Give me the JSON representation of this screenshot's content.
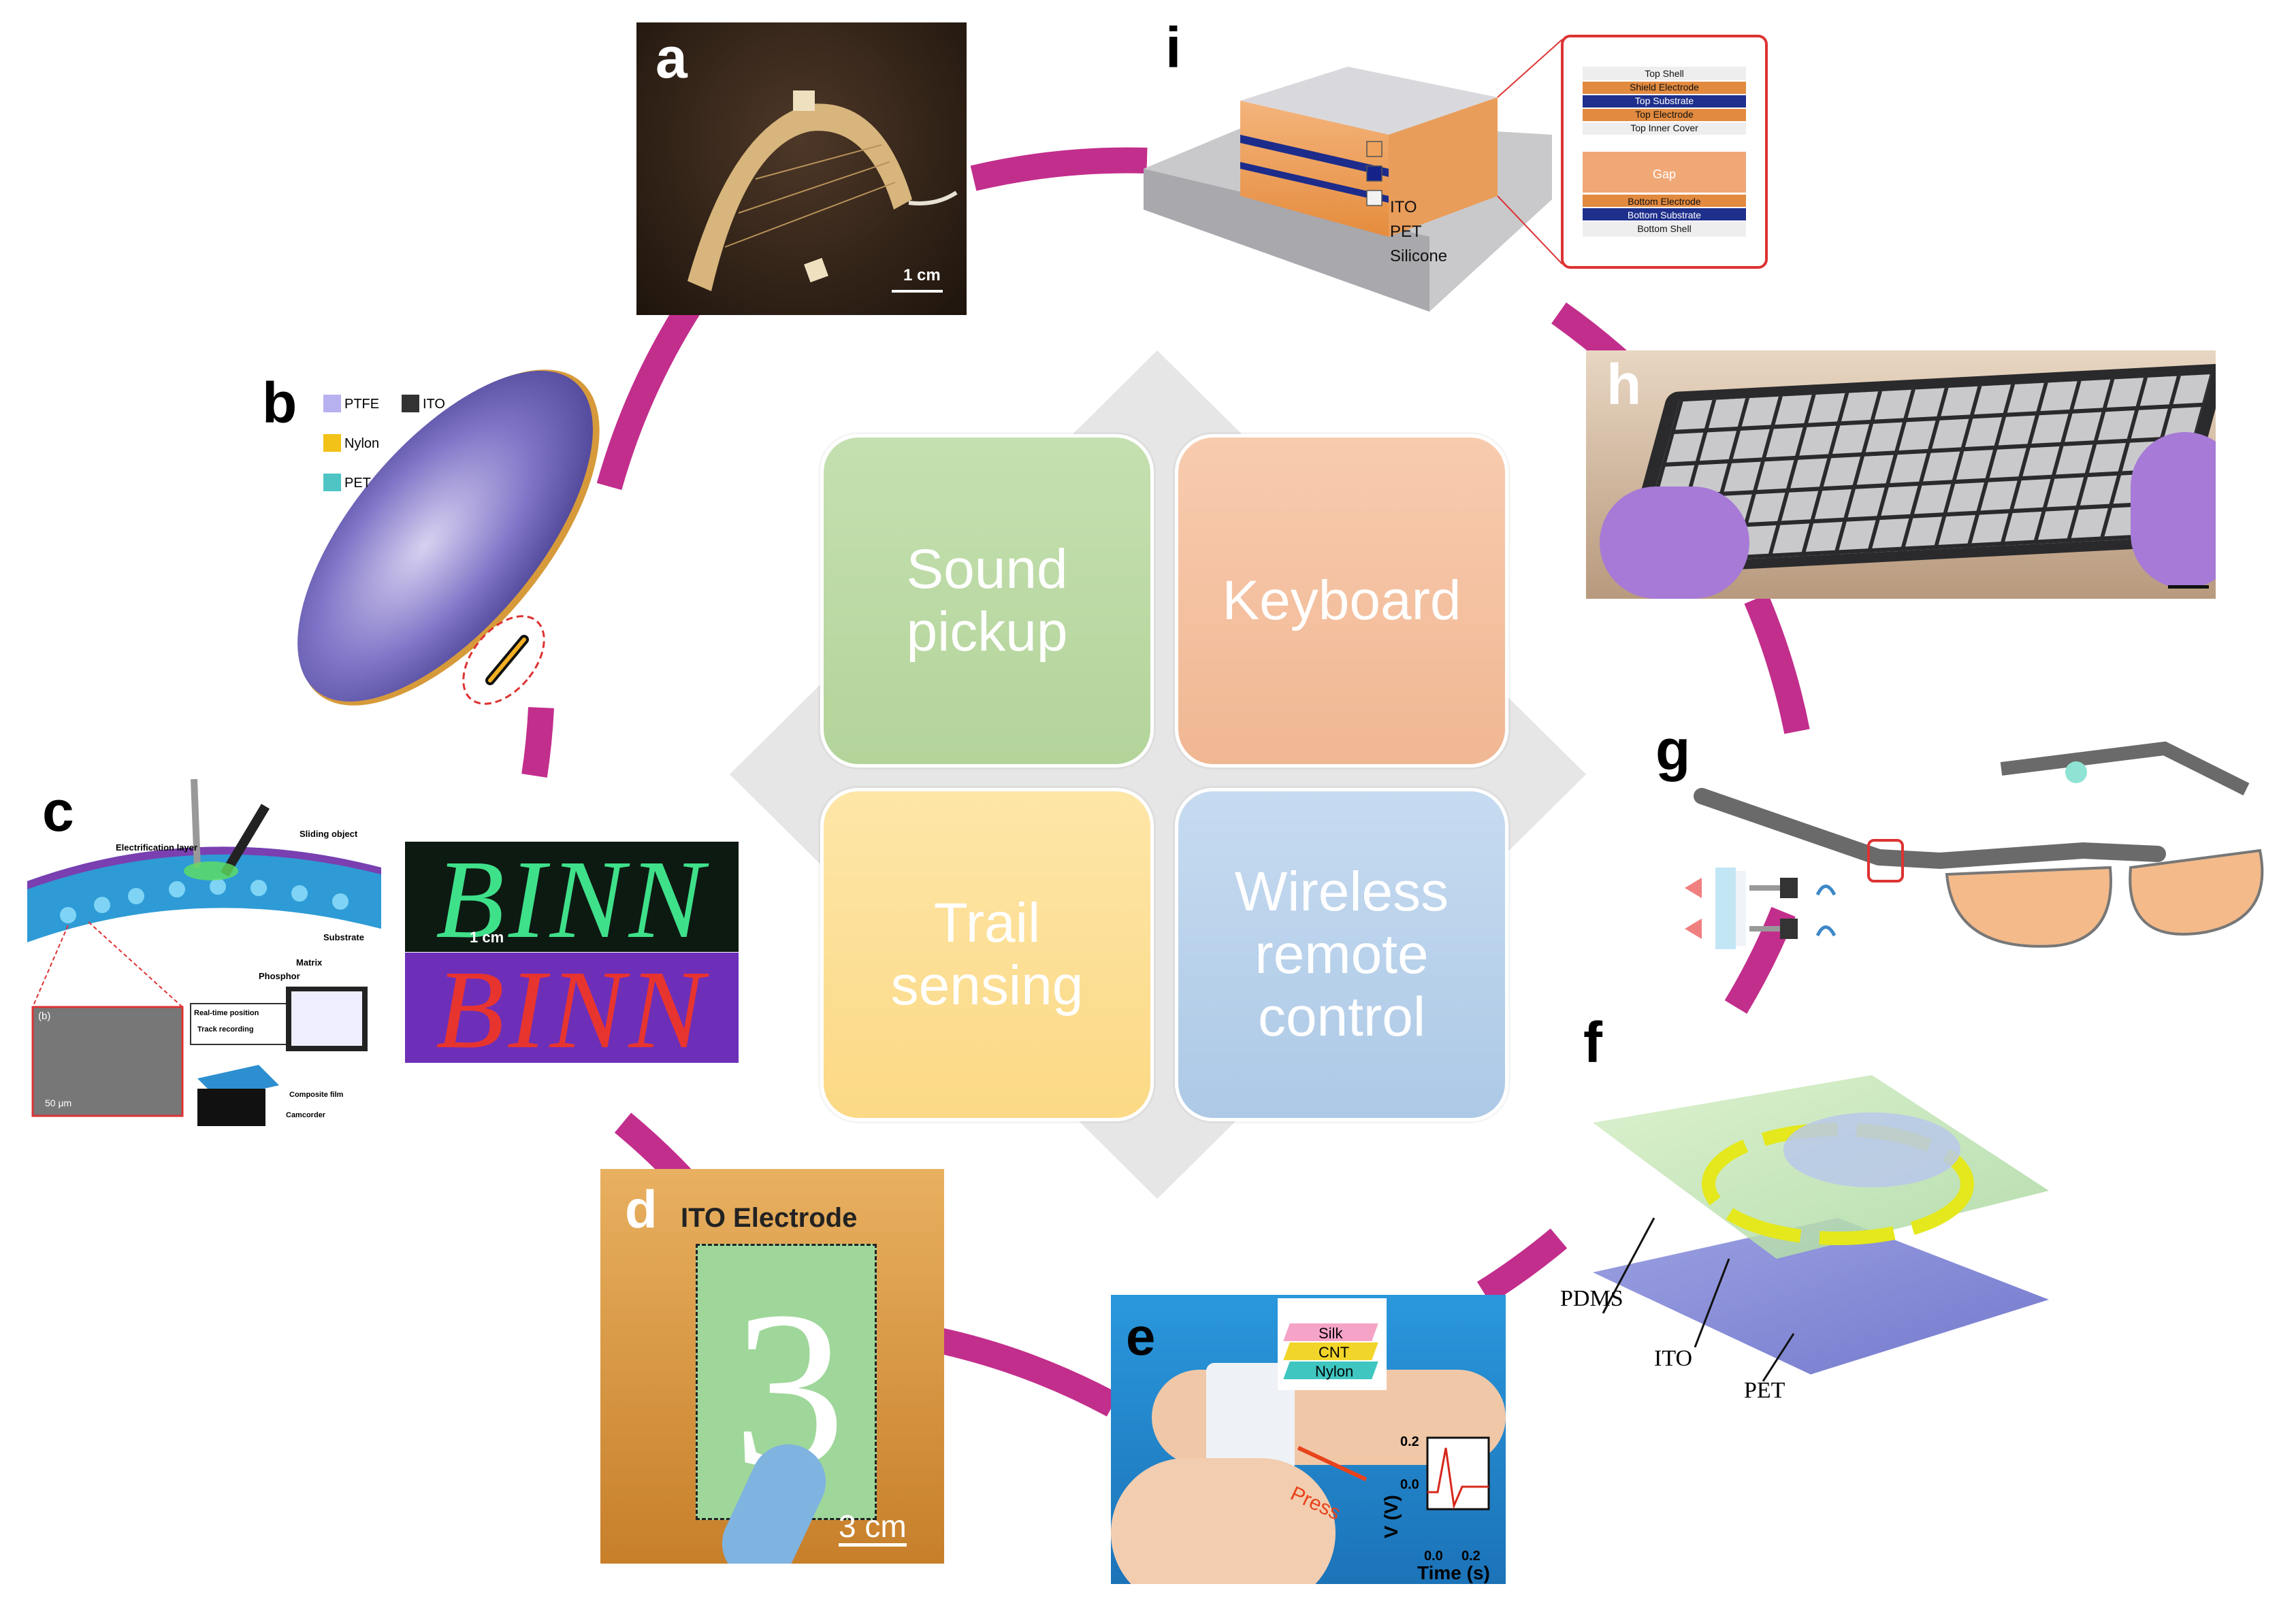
{
  "colors": {
    "ring": "#c22e8c",
    "diamond": "#e6e6e6",
    "sound": "#bfdca8",
    "keyboard": "#f6c3a3",
    "trail": "#fde29a",
    "wireless": "#bcd4ec"
  },
  "center": {
    "sound": "Sound pickup",
    "keyboard": "Keyboard",
    "trail": "Trail sensing",
    "wireless": "Wireless remote control"
  },
  "panels": {
    "a": {
      "label": "a",
      "scale": "1 cm"
    },
    "b": {
      "label": "b",
      "legend": [
        "PTFE",
        "ITO",
        "Nylon",
        "PET"
      ]
    },
    "c": {
      "label": "c",
      "callouts": [
        "Electrification layer",
        "Sliding object",
        "Substrate",
        "Matrix",
        "Phosphor",
        "Real-time position",
        "Track recording",
        "Composite film",
        "Camcorder"
      ],
      "sem_tag": "(b)",
      "sem_scale": "50 μm",
      "text_top": "BINN",
      "text_bottom": "BINN",
      "scale": "1 cm"
    },
    "d": {
      "label": "d",
      "title": "ITO Electrode",
      "digit": "3",
      "scale": "3 cm"
    },
    "e": {
      "label": "e",
      "layers": [
        "Silk",
        "CNT",
        "Nylon"
      ],
      "press": "Press",
      "y_axis": "V (V)",
      "x_axis": "Time (s)",
      "y_ticks": [
        "0.2",
        "0.0"
      ],
      "x_ticks": [
        "0.0",
        "0.2"
      ]
    },
    "f": {
      "label": "f",
      "callouts": [
        "PDMS",
        "ITO",
        "PET"
      ]
    },
    "g": {
      "label": "g"
    },
    "h": {
      "label": "h"
    },
    "i": {
      "label": "i",
      "legend": [
        "ITO",
        "PET",
        "Silicone"
      ],
      "layers": [
        "Top Shell",
        "Shield Electrode",
        "Top Substrate",
        "Top Electrode",
        "Top Inner Cover",
        "Gap",
        "Bottom Electrode",
        "Bottom Substrate",
        "Bottom Shell"
      ]
    }
  }
}
